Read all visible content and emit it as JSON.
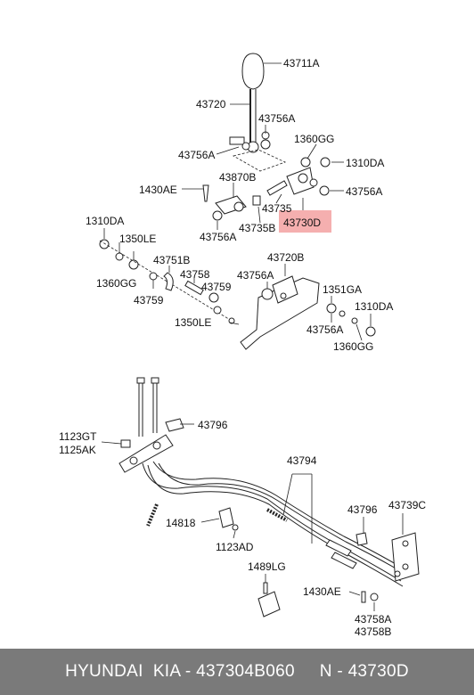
{
  "labels": {
    "l43711A": "43711A",
    "l43720": "43720",
    "l43756A_1": "43756A",
    "l1360GG_1": "1360GG",
    "l43756A_2": "43756A",
    "l1310DA_1": "1310DA",
    "l43870B": "43870B",
    "l43756A_3": "43756A",
    "l1430AE_1": "1430AE",
    "l43735": "43735",
    "l43730D": "43730D",
    "l43735B": "43735B",
    "l43756A_4": "43756A",
    "l1310DA_2": "1310DA",
    "l1350LE_1": "1350LE",
    "l43720B": "43720B",
    "l43751B": "43751B",
    "l43758": "43758",
    "l1360GG_2": "1360GG",
    "l43756A_5": "43756A",
    "l43759_1": "43759",
    "l1351GA": "1351GA",
    "l43759_2": "43759",
    "l1310DA_3": "1310DA",
    "l1350LE_2": "1350LE",
    "l43756A_6": "43756A",
    "l1360GG_3": "1360GG",
    "l43796_1": "43796",
    "l1123GT": "1123GT",
    "l1125AK": "1125AK",
    "l43794": "43794",
    "l14818": "14818",
    "l43796_2": "43796",
    "l43739C": "43739C",
    "l1123AD": "1123AD",
    "l1489LG": "1489LG",
    "l1430AE_2": "1430AE",
    "l43758A": "43758A",
    "l43758B": "43758B"
  },
  "footer": {
    "text": "HYUNDAI  KIA - 437304B060     N - 43730D"
  },
  "colors": {
    "highlight": "#f4a6a6",
    "footer_bg": "#7a7a7a"
  }
}
